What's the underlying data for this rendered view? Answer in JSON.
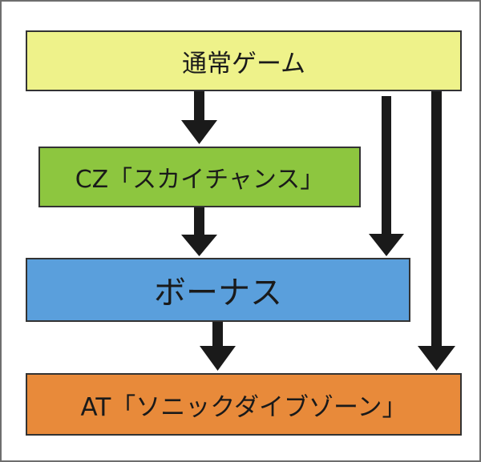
{
  "diagram": {
    "nodes": [
      {
        "id": "normal",
        "label": "通常ゲーム",
        "color": "#eef28a"
      },
      {
        "id": "cz",
        "label": "CZ「スカイチャンス」",
        "color": "#8dc63f"
      },
      {
        "id": "bonus",
        "label": "ボーナス",
        "color": "#5a9fdc"
      },
      {
        "id": "at",
        "label": "AT「ソニックダイブゾーン」",
        "color": "#e88a3a"
      }
    ],
    "edges": [
      {
        "from": "normal",
        "to": "cz"
      },
      {
        "from": "cz",
        "to": "bonus"
      },
      {
        "from": "normal",
        "to": "bonus"
      },
      {
        "from": "bonus",
        "to": "at"
      },
      {
        "from": "normal",
        "to": "at"
      }
    ],
    "arrow_color": "#1a1a1a",
    "border_color": "#333333"
  }
}
